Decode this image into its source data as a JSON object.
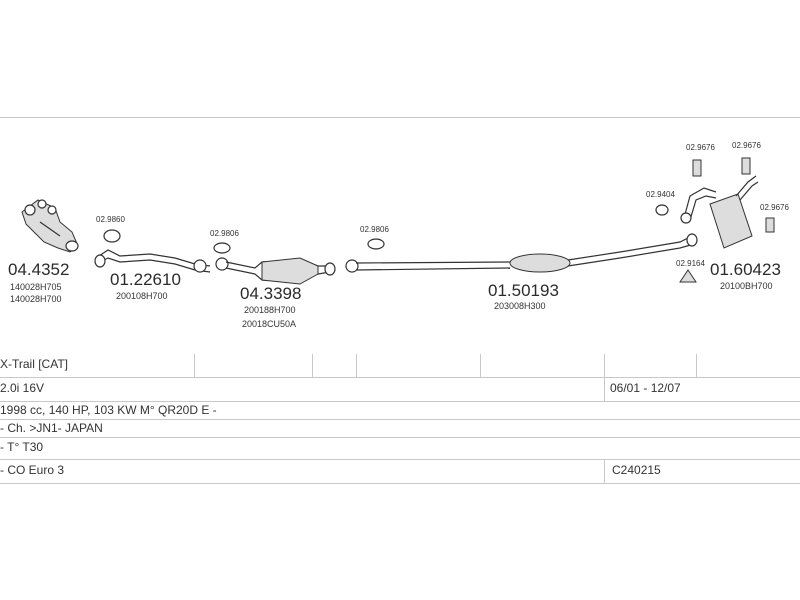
{
  "parts": [
    {
      "id": "04.4352",
      "refs": [
        "140028H705",
        "140028H700"
      ]
    },
    {
      "id": "01.22610",
      "refs": [
        "200108H700"
      ]
    },
    {
      "id": "04.3398",
      "refs": [
        "200188H700",
        "20018CU50A"
      ]
    },
    {
      "id": "01.50193",
      "refs": [
        "203008H300"
      ]
    },
    {
      "id": "01.60423",
      "refs": [
        "20100BH700"
      ]
    }
  ],
  "small_parts": {
    "gasket_1": "02.9860",
    "gasket_2": "02.9806",
    "gasket_3": "02.9806",
    "hanger_top_1": "02.9676",
    "hanger_top_2": "02.9676",
    "hanger_right": "02.9676",
    "gasket_right": "02.9404",
    "hanger_bottom": "02.9164"
  },
  "table": {
    "model": "X-Trail  [CAT]",
    "engine": "2.0i 16V",
    "period": "06/01 - 12/07",
    "specs": "1998 cc, 140 HP, 103 KW M° QR20D E -",
    "chassis": "- Ch. >JN1- JAPAN",
    "type": "- T° T30",
    "emission": "- CO Euro 3",
    "code": "C240215"
  }
}
